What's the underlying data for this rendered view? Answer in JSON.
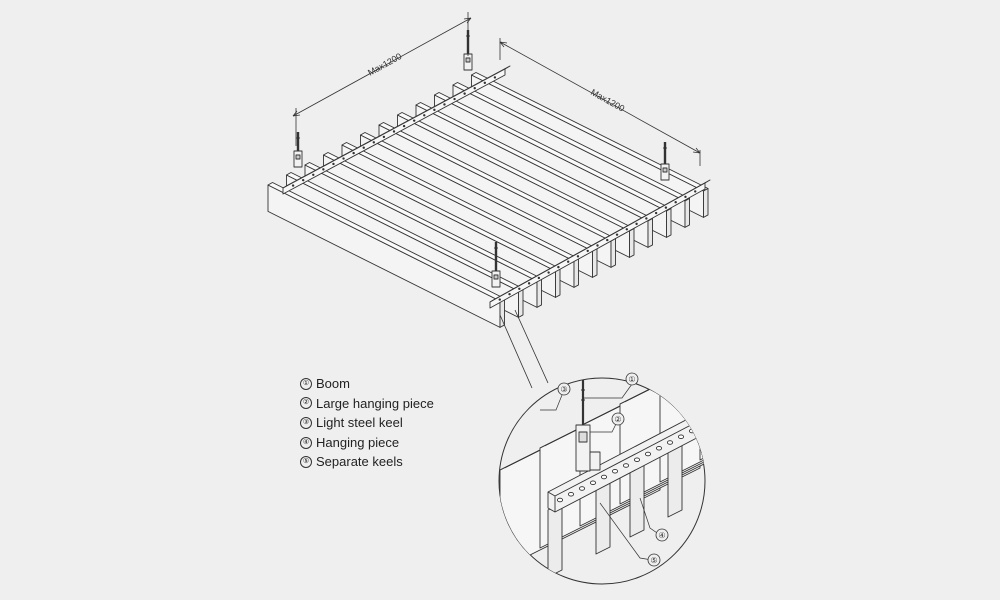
{
  "dimensions": {
    "left": "Max1200",
    "right": "Max1200"
  },
  "legend": [
    {
      "num": "①",
      "label": "Boom"
    },
    {
      "num": "②",
      "label": "Large hanging piece"
    },
    {
      "num": "③",
      "label": "Light steel keel"
    },
    {
      "num": "④",
      "label": "Hanging piece"
    },
    {
      "num": "⑤",
      "label": "Separate keels"
    }
  ],
  "callouts": [
    "①",
    "②",
    "③",
    "④",
    "⑤"
  ],
  "colors": {
    "background": "#efefef",
    "line": "#333333"
  }
}
